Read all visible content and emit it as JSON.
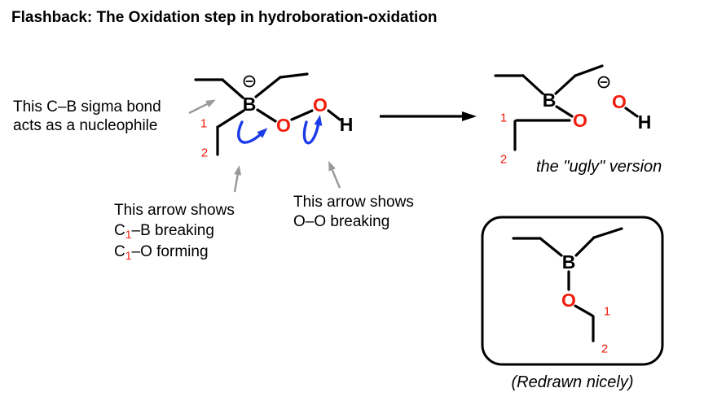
{
  "title": "Flashback: The Oxidation step in hydroboration-oxidation",
  "colors": {
    "red": "#f21c0d",
    "blue": "#1c3be8",
    "gray": "#999999",
    "black": "#000000"
  },
  "atoms": {
    "boron": "B",
    "oxygen": "O",
    "hydrogen": "H"
  },
  "labels": {
    "c1": "1",
    "c2": "2"
  },
  "icons": {
    "minus_charge": "⊖",
    "curved_electron_arrow": "blue-curved-arrow",
    "pointer_arrow": "gray-pointer-arrow",
    "reaction_arrow": "black-right-arrow"
  },
  "notes": {
    "nucleophile": {
      "line1": "This C–B sigma bond",
      "line2": "acts as a nucleophile"
    },
    "arrow_cb": {
      "line1": "This arrow shows",
      "l2_pre": "C",
      "l2_sub": "1",
      "l2_rest": "–B breaking",
      "l3_pre": "C",
      "l3_sub": "1",
      "l3_rest": "–O forming"
    },
    "arrow_oo": {
      "line1": "This arrow shows",
      "line2": "O–O breaking"
    },
    "ugly_caption": "the \"ugly\" version",
    "redrawn_caption": "(Redrawn nicely)"
  }
}
